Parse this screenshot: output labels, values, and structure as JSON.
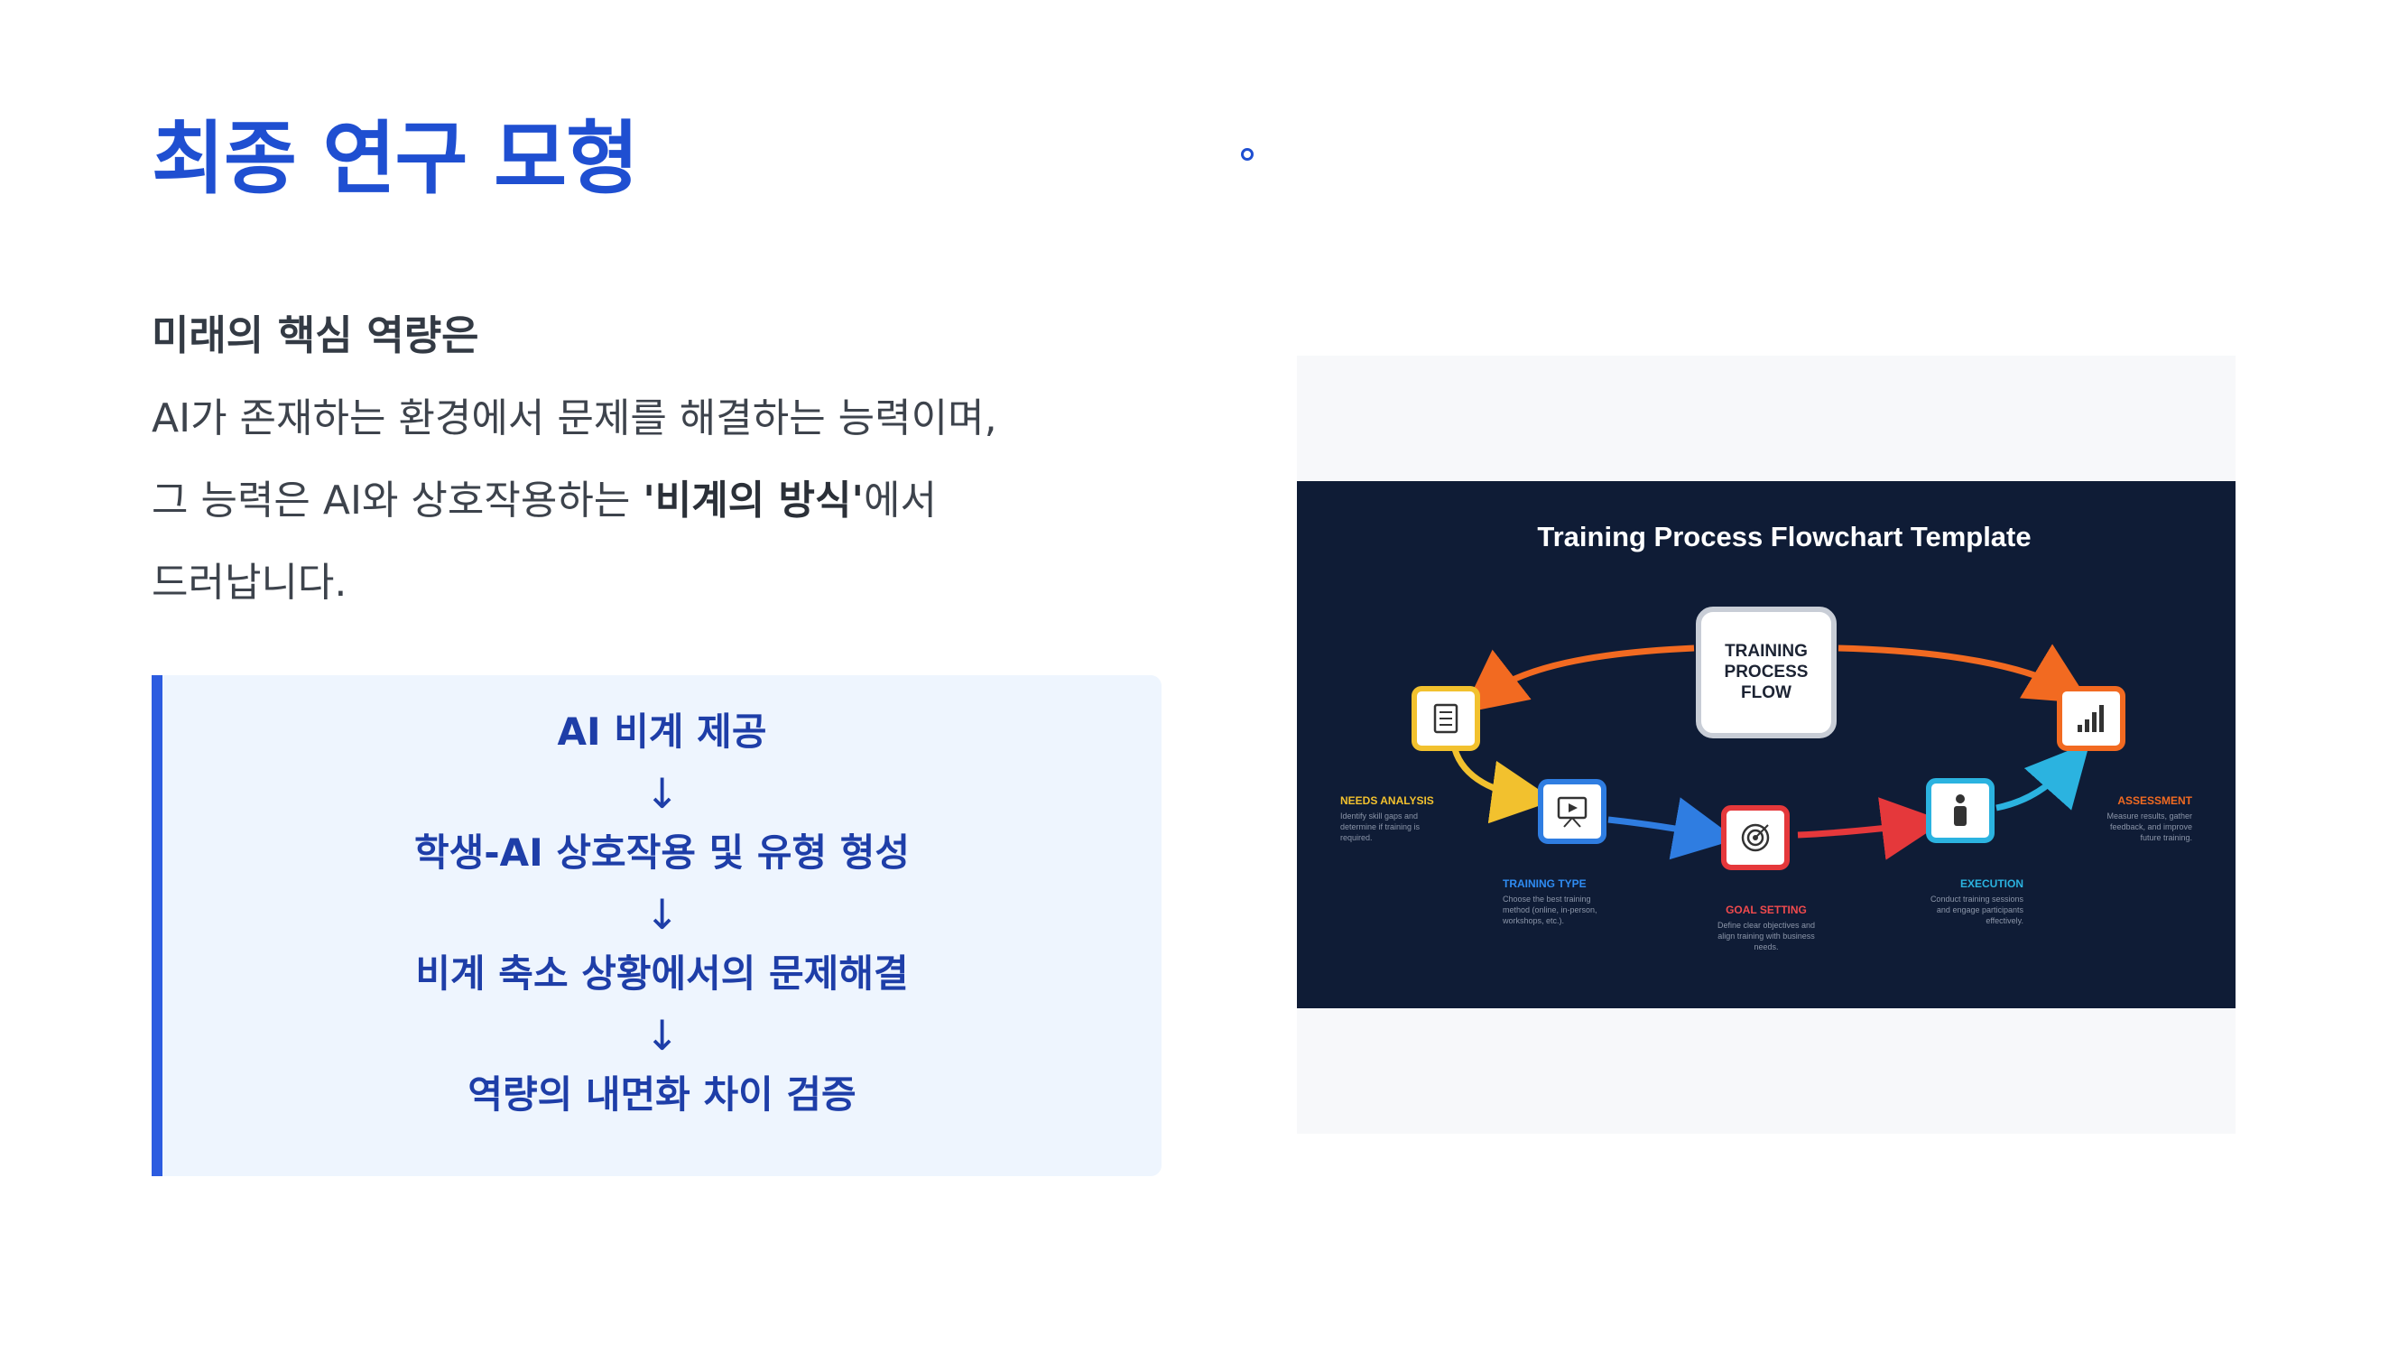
{
  "slide": {
    "title": "최종 연구 모형",
    "subhead": "미래의 핵심 역량은",
    "line1": " AI가 존재하는 환경에서 문제를 해결하는 능력이며,",
    "line2_pre": " 그 능력은 AI와 상호작용하는 ",
    "line2_bold": "'비계의 방식'",
    "line2_post": "에서",
    "line3": "드러납니다."
  },
  "flow": {
    "steps": [
      "AI 비계 제공",
      "학생-AI 상호작용 및 유형 형성",
      "비계 축소 상황에서의 문제해결",
      "역량의 내면화 차이 검증"
    ],
    "arrow": "↓"
  },
  "image": {
    "title": "Training Process Flowchart Template",
    "center_line1": "TRAINING",
    "center_line2": "PROCESS",
    "center_line3": "FLOW",
    "nodes": {
      "needs_analysis": {
        "label": "NEEDS ANALYSIS",
        "desc1": "Identify skill gaps and",
        "desc2": "determine if training is",
        "desc3": "required."
      },
      "training_type": {
        "label": "TRAINING TYPE",
        "desc1": "Choose the best training",
        "desc2": "method (online, in-person,",
        "desc3": "workshops, etc.)."
      },
      "goal_setting": {
        "label": "GOAL SETTING",
        "desc1": "Define clear objectives and",
        "desc2": "align training with business",
        "desc3": "needs."
      },
      "execution": {
        "label": "EXECUTION",
        "desc1": "Conduct training sessions",
        "desc2": "and engage participants",
        "desc3": "effectively."
      },
      "assessment": {
        "label": "ASSESSMENT",
        "desc1": "Measure results, gather",
        "desc2": "feedback, and improve",
        "desc3": "future training."
      }
    },
    "colors": {
      "needs": "#f2c12e",
      "training": "#2f7de1",
      "goal": "#e5383b",
      "execution": "#2bb3e0",
      "assessment": "#f26a21"
    }
  }
}
